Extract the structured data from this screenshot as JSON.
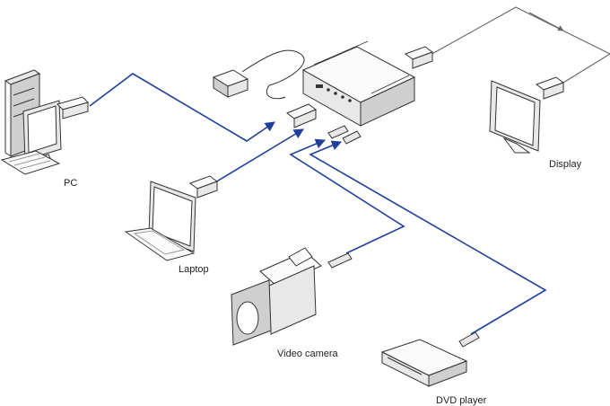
{
  "labels": {
    "pc": "PC",
    "laptop": "Laptop",
    "display": "Display",
    "video_camera": "Video camera",
    "dvd_player": "DVD player"
  },
  "colors": {
    "signal_cable": "#1f3f9a",
    "output_cable": "#666666",
    "device_outline": "#333333"
  },
  "icons": [
    "pc-tower-icon",
    "monitor-icon",
    "keyboard-icon",
    "laptop-icon",
    "switcher-unit-icon",
    "power-adapter-icon",
    "display-monitor-icon",
    "video-camera-icon",
    "dvd-player-icon",
    "vga-connector-icon",
    "rca-plug-icon"
  ]
}
